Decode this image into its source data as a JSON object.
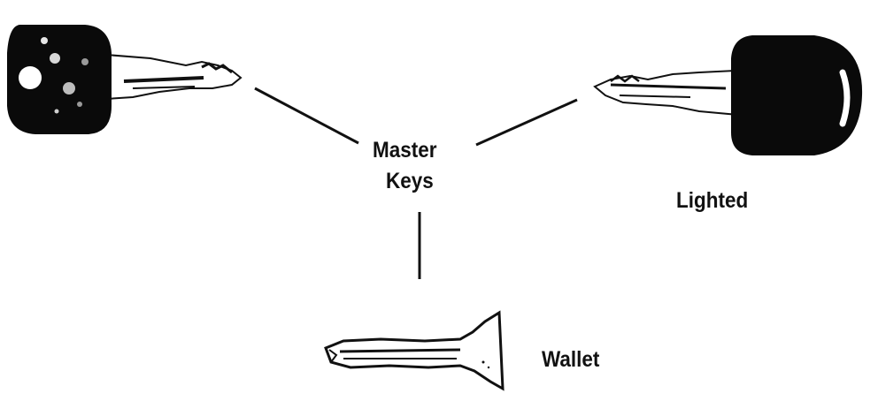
{
  "diagram": {
    "center_label_line1": "Master",
    "center_label_line2": "Keys",
    "lighted_label": "Lighted",
    "wallet_label": "Wallet"
  },
  "colors": {
    "ink": "#111111",
    "background": "#ffffff"
  },
  "icons": [
    "remote-key-icon",
    "lighted-key-icon",
    "wallet-key-icon"
  ]
}
